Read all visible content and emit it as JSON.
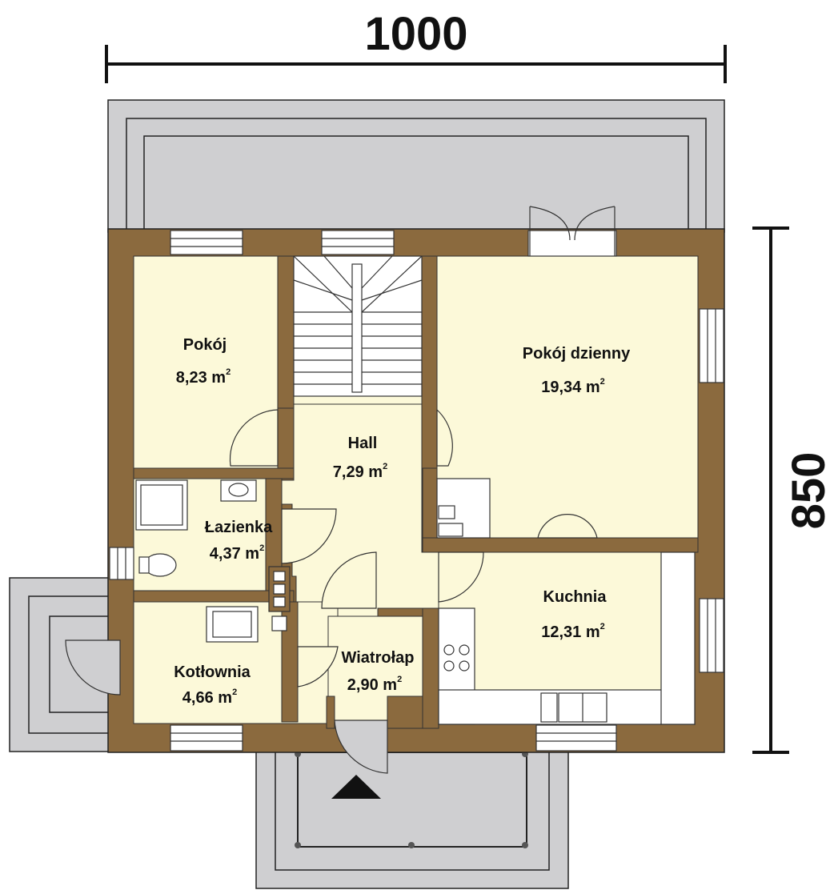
{
  "colors": {
    "wall": "#8b6a3e",
    "floor": "#fcf9d9",
    "terrace": "#cfcfd1",
    "terrace_line": "#222222",
    "window": "#ffffff",
    "fixture": "#ffffff",
    "line": "#222222"
  },
  "dimensions": {
    "width": "1000",
    "depth": "850"
  },
  "rooms": {
    "pokoj": {
      "name": "Pokój",
      "area": "8,23 m",
      "unit_sup": "2"
    },
    "pokoj_dzienny": {
      "name": "Pokój dzienny",
      "area": "19,34 m",
      "unit_sup": "2"
    },
    "hall": {
      "name": "Hall",
      "area": "7,29 m",
      "unit_sup": "2"
    },
    "lazienka": {
      "name": "Łazienka",
      "area": "4,37 m",
      "unit_sup": "2"
    },
    "kuchnia": {
      "name": "Kuchnia",
      "area": "12,31 m",
      "unit_sup": "2"
    },
    "kotlownia": {
      "name": "Kotłownia",
      "area": "4,66 m",
      "unit_sup": "2"
    },
    "wiatrolap": {
      "name": "Wiatrołap",
      "area": "2,90 m",
      "unit_sup": "2"
    }
  }
}
